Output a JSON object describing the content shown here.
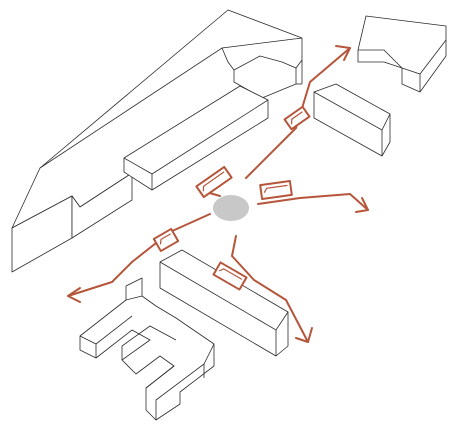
{
  "diagram": {
    "colors": {
      "background": "#ffffff",
      "building_outline": "#2b2b2b",
      "route": "#b5553a",
      "hub": "#c8c8c8"
    },
    "elements": {
      "hub": "circle",
      "routes": 5,
      "route_boxes": 5,
      "buildings": 5
    }
  }
}
